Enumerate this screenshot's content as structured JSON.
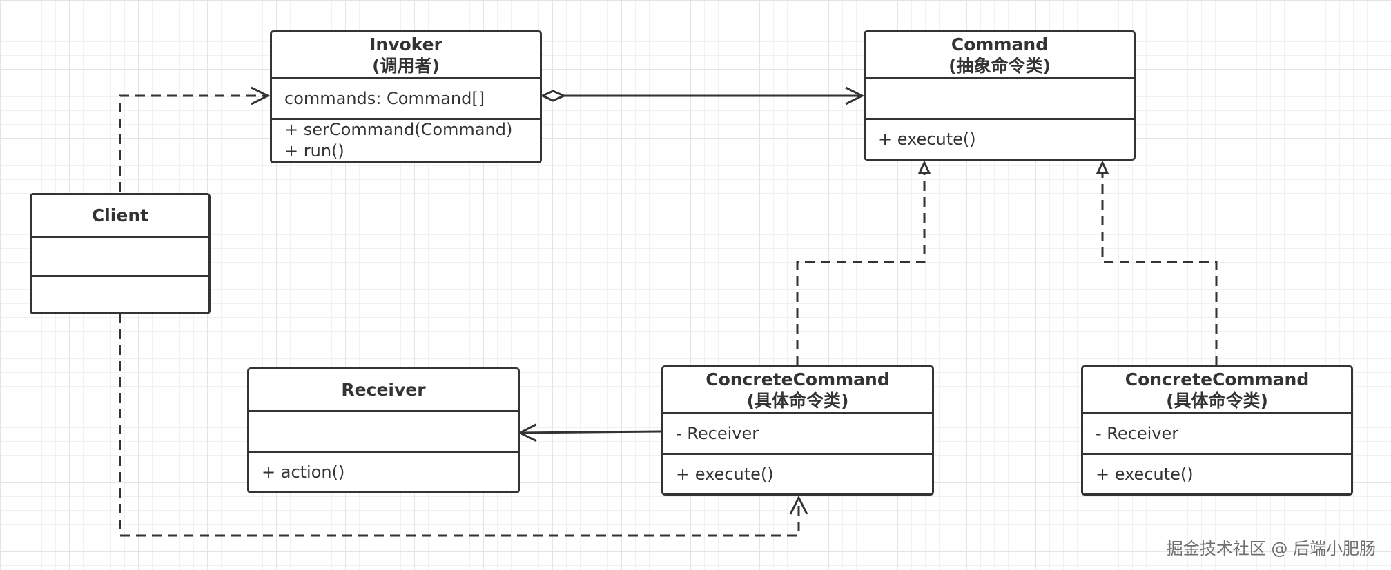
{
  "classes": {
    "invoker": {
      "name": "Invoker",
      "stereotype": "(调用者)",
      "attributes": [
        "commands: Command[]"
      ],
      "methods": [
        "+ serCommand(Command)",
        "+ run()"
      ]
    },
    "command": {
      "name": "Command",
      "stereotype": "(抽象命令类)",
      "attributes": [],
      "methods": [
        "+ execute()"
      ]
    },
    "client": {
      "name": "Client",
      "attributes": [],
      "methods": []
    },
    "receiver": {
      "name": "Receiver",
      "attributes": [],
      "methods": [
        "+ action()"
      ]
    },
    "concrete1": {
      "name": "ConcreteCommand",
      "stereotype": "(具体命令类)",
      "attributes": [
        "- Receiver"
      ],
      "methods": [
        "+ execute()"
      ]
    },
    "concrete2": {
      "name": "ConcreteCommand",
      "stereotype": "(具体命令类)",
      "attributes": [
        "- Receiver"
      ],
      "methods": [
        "+ execute()"
      ]
    }
  },
  "colors": {
    "stroke": "#333333",
    "grid": "#e4e4e4",
    "watermark": "#6f6f6f"
  },
  "watermark": "掘金技术社区 @ 后端小肥肠"
}
